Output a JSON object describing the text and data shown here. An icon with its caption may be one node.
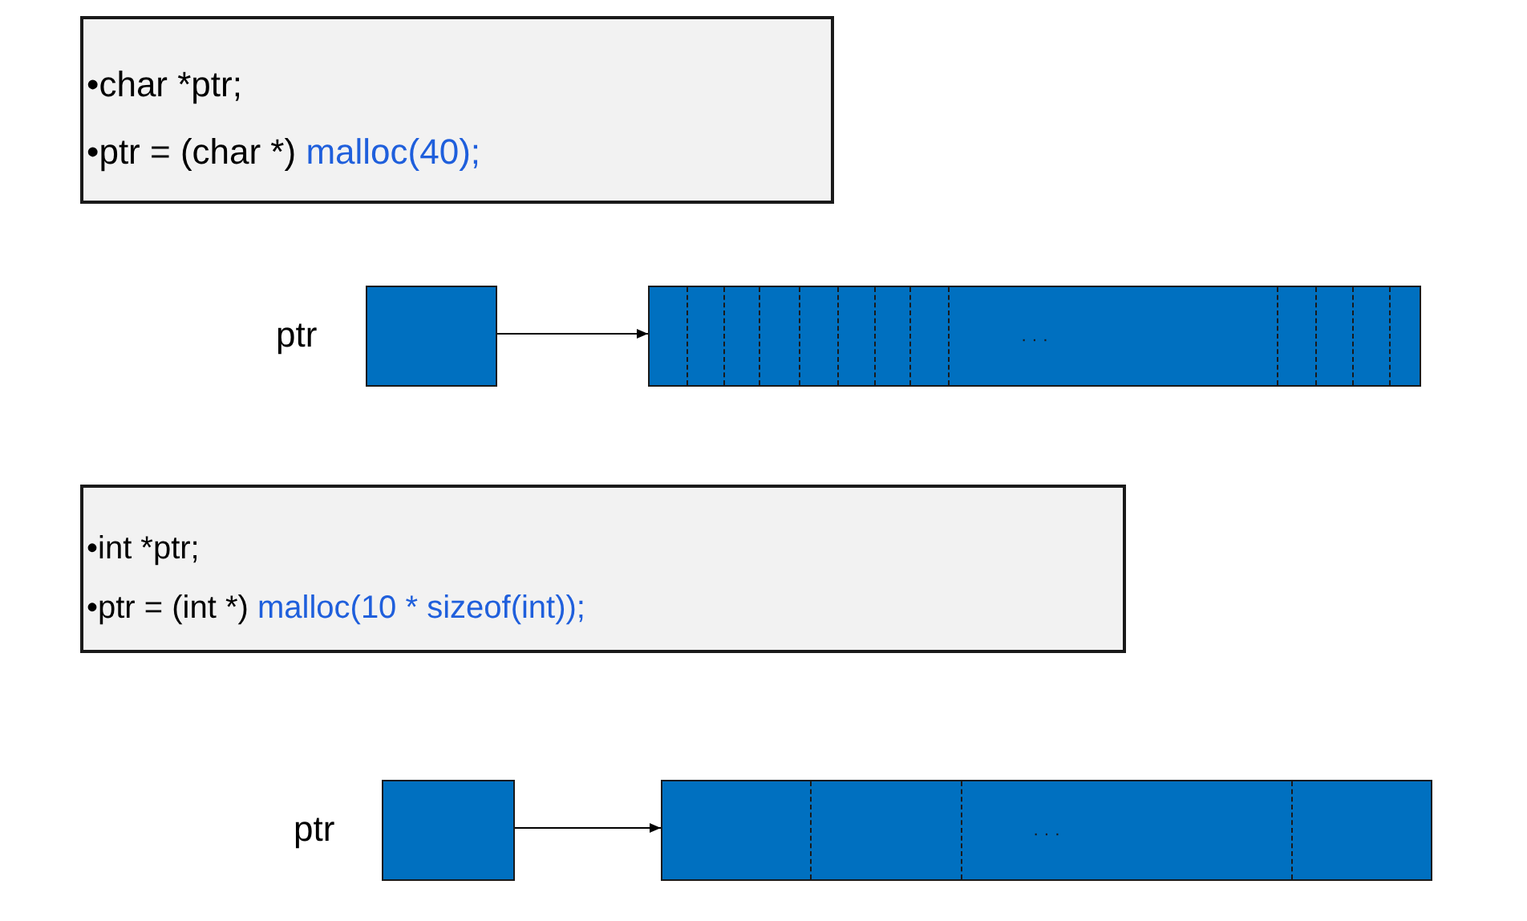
{
  "diagram": {
    "nodes": [
      {
        "text": [
          "•char *ptr;",
          "•ptr = (char *)",
          "malloc(40);"
        ]
      },
      {
        "text": [],
        "shape": "box",
        "beside": [
          "ptr"
        ]
      },
      {
        "text": [
          "· · ·"
        ]
      },
      {
        "text": [
          "•int *ptr;",
          "•ptr = (int *)",
          "malloc(10 * sizeof(int));"
        ]
      },
      {
        "text": [],
        "shape": "box",
        "beside": [
          "ptr"
        ]
      },
      {
        "text": [
          "· · ·"
        ]
      }
    ],
    "edges": [
      {
        "from": 1,
        "to": 2,
        "arrow": "to"
      },
      {
        "from": 4,
        "to": 5,
        "arrow": "to"
      }
    ]
  }
}
